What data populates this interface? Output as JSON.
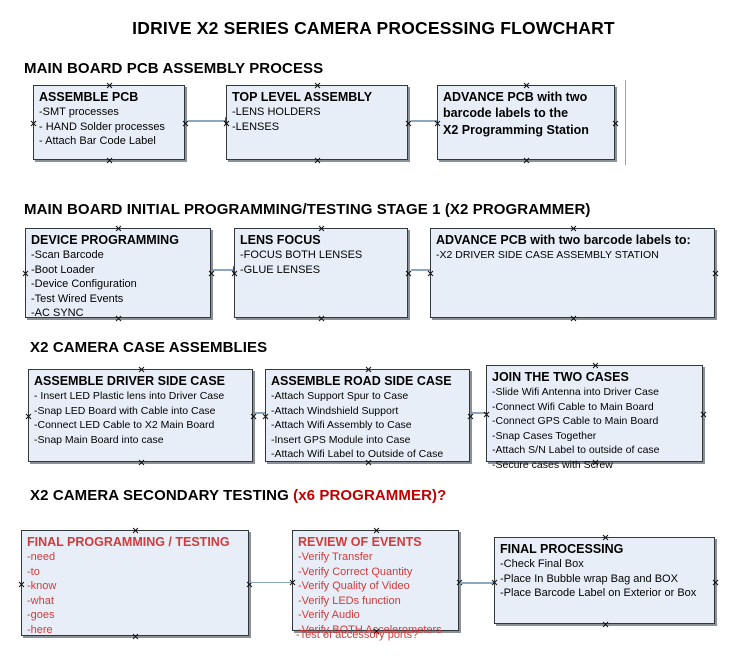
{
  "document": {
    "title": "IDRIVE X2  SERIES CAMERA PROCESSING FLOWCHART"
  },
  "sections": [
    {
      "id": "main-board-pcb-assembly",
      "heading": "MAIN BOARD PCB ASSEMBLY PROCESS",
      "heading_accent": ""
    },
    {
      "id": "main-board-initial-programming",
      "heading": "MAIN BOARD INITIAL PROGRAMMING/TESTING STAGE 1 (X2 PROGRAMMER)",
      "heading_accent": ""
    },
    {
      "id": "x2-camera-case-assemblies",
      "heading": "X2 CAMERA CASE ASSEMBLIES",
      "heading_accent": ""
    },
    {
      "id": "x2-camera-secondary-testing",
      "heading": "X2 CAMERA SECONDARY TESTING ",
      "heading_accent": "(x6 PROGRAMMER)?"
    }
  ],
  "boxes": {
    "assemble_pcb": {
      "title": "ASSEMBLE PCB",
      "lines": [
        " -SMT processes",
        "- HAND Solder processes",
        "- Attach Bar Code Label"
      ]
    },
    "top_level_assembly": {
      "title": "TOP LEVEL ASSEMBLY",
      "lines": [
        "-LENS HOLDERS",
        "-LENSES"
      ]
    },
    "advance_pcb_programming_station": {
      "title": "ADVANCE PCB with two",
      "lines": [
        "barcode labels to the",
        " X2 Programming Station"
      ]
    },
    "device_programming": {
      "title": "DEVICE PROGRAMMING",
      "lines": [
        "-Scan Barcode",
        "-Boot Loader",
        "-Device Configuration",
        "-Test Wired Events",
        "-AC SYNC"
      ]
    },
    "lens_focus": {
      "title": "LENS FOCUS",
      "lines": [
        "-FOCUS BOTH LENSES",
        "-GLUE LENSES"
      ]
    },
    "advance_pcb_driver_side": {
      "title": "ADVANCE PCB with two barcode labels to:",
      "lines": [
        "-X2 DRIVER  SIDE  CASE  ASSEMBLY STATION"
      ]
    },
    "assemble_driver_side_case": {
      "title": "ASSEMBLE DRIVER SIDE CASE",
      "lines": [
        " - Insert LED Plastic lens into Driver Case",
        "-Snap LED Board with Cable into Case",
        "-Connect LED Cable to X2 Main Board",
        "-Snap Main Board into case"
      ]
    },
    "assemble_road_side_case": {
      "title": "ASSEMBLE ROAD SIDE CASE",
      "lines": [
        "-Attach Support Spur to Case",
        "-Attach Windshield Support",
        "-Attach Wifi Assembly to Case",
        "-Insert GPS Module into Case",
        "-Attach Wifi Label to Outside of Case"
      ]
    },
    "join_the_two_cases": {
      "title": "JOIN THE TWO CASES",
      "lines": [
        "-Slide Wifi Antenna into Driver Case",
        "-Connect Wifi Cable to Main Board",
        "-Connect GPS Cable to Main Board",
        "-Snap Cases Together",
        "-Attach S/N Label to outside of case",
        "-Secure cases with Screw"
      ]
    },
    "final_programming_testing": {
      "title": "FINAL PROGRAMMING / TESTING",
      "lines": [
        "-need",
        "-to",
        "-know",
        "-what",
        "-goes",
        "-here"
      ]
    },
    "review_of_events": {
      "title": "REVIEW OF EVENTS",
      "lines": [
        "-Verify Transfer",
        "-Verify Correct Quantity",
        "-Verify Quality of Video",
        "-Verify LEDs function",
        "-Verify Audio",
        "-Verify BOTH Accelerometers"
      ],
      "overflow_line": "-Test of accessory ports?"
    },
    "final_processing": {
      "title": "FINAL PROCESSING",
      "lines": [
        " -Check Final Box",
        "-Place In Bubble wrap Bag and BOX",
        "-Place Barcode Label on Exterior or Box"
      ]
    }
  },
  "colors": {
    "box_fill": "#e8eef7",
    "box_border": "#33383d",
    "connector": "#8ca6c4",
    "arrow_head": "#2f5597",
    "accent_red": "#c00000",
    "red_text": "#d03b3b",
    "text": "#000000"
  }
}
